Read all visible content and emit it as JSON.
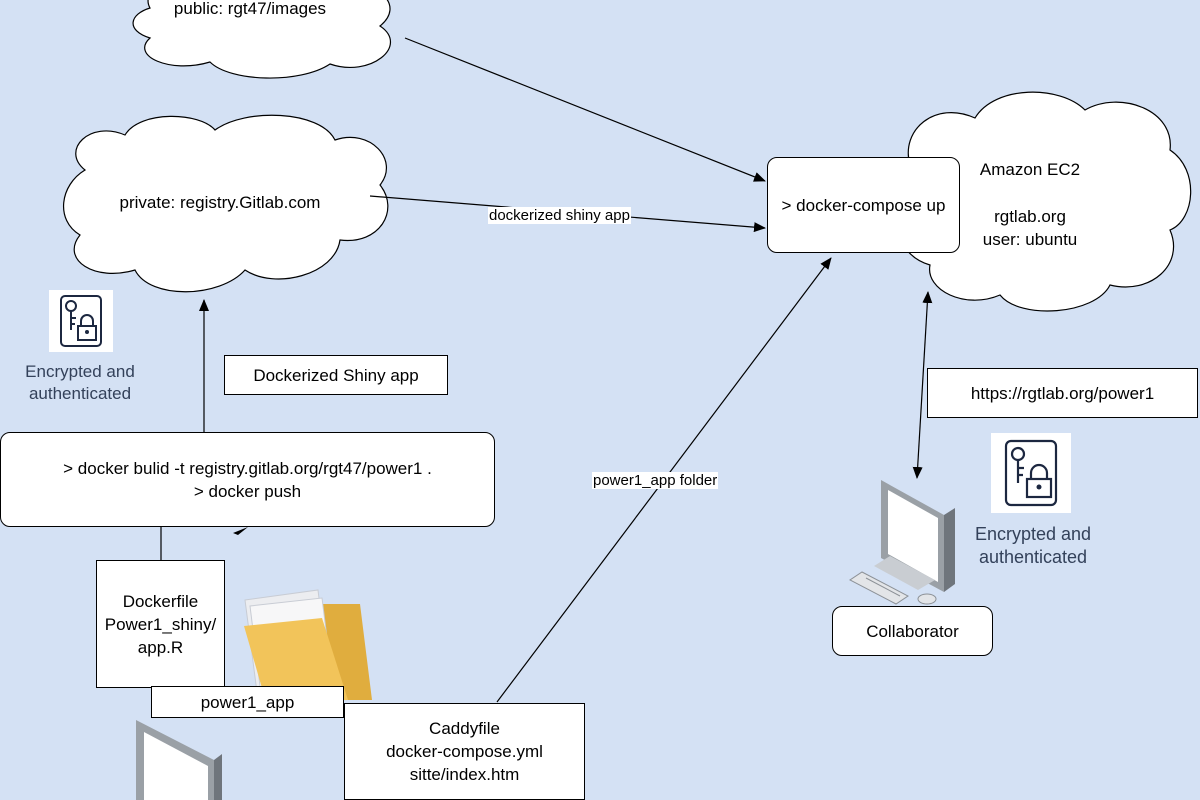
{
  "nodes": {
    "public_registry": "public: rgt47/images",
    "private_registry": "private: registry.Gitlab.com",
    "ec2_title": "Amazon EC2",
    "ec2_details": "rgtlab.org\nuser: ubuntu",
    "compose_up": "> docker-compose up",
    "build_push": "> docker bulid -t registry.gitlab.org/rgt47/power1 .\n> docker push",
    "dockerized_shiny_box": "Dockerized Shiny app",
    "dockerfile_box": "Dockerfile\nPower1_shiny/\napp.R",
    "power1_app_box": "power1_app",
    "caddy_box": "Caddyfile\ndocker-compose.yml\nsitte/index.htm",
    "url_box": "https://rgtlab.org/power1",
    "collaborator_box": "Collaborator"
  },
  "edges": {
    "dockerized_shiny_app": "dockerized shiny app",
    "power1_app_folder": "power1_app folder"
  },
  "annotations": {
    "encrypted_left": "Encrypted and\nauthenticated",
    "encrypted_right": "Encrypted and\nauthenticated"
  },
  "icons": {
    "lock_left": "encrypted-key-lock-icon",
    "lock_right": "encrypted-key-lock-icon",
    "folder": "folder-icon",
    "computer_collaborator": "desktop-computer-icon",
    "computer_local": "desktop-computer-icon"
  },
  "colors": {
    "background": "#d4e1f4",
    "muted_text": "#33415a",
    "folder": "#f2c45a"
  }
}
